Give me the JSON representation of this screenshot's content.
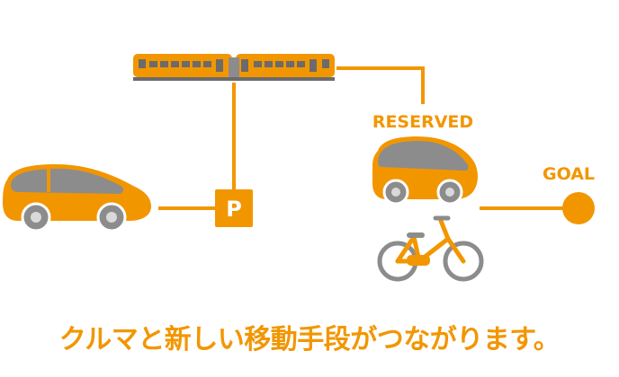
{
  "colors": {
    "accent": "#F29600",
    "gray_dark": "#6B6B6B",
    "gray_mid": "#8C8C8C",
    "gray_light": "#D9D9D9",
    "white": "#FFFFFF"
  },
  "labels": {
    "reserved": "RESERVED",
    "goal": "GOAL",
    "parking": "P"
  },
  "icons": [
    "train-icon",
    "car-icon",
    "parking-sign-icon",
    "reserved-car-icon",
    "bicycle-icon",
    "goal-marker-icon"
  ],
  "caption": "クルマと新しい移動手段がつながります。"
}
